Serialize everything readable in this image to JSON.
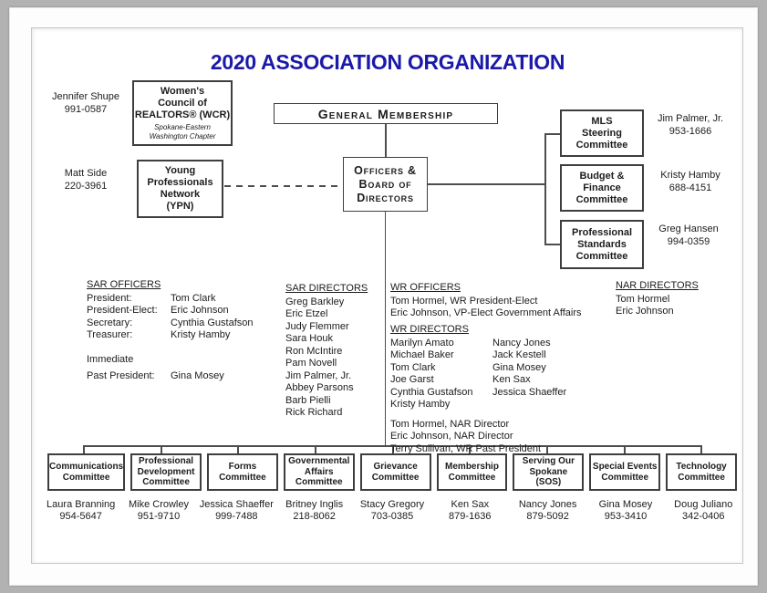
{
  "title": "2020 ASSOCIATION ORGANIZATION",
  "colors": {
    "title_blue": "#1a19a9",
    "line": "#4d4d4d",
    "box_border": "#3e3e3e"
  },
  "general_membership": "General Membership",
  "officers_board": "Officers &\nBoard of\nDirectors",
  "wcr": {
    "title": "Women's\nCouncil of\nREALTORS® (WCR)",
    "subtitle": "Spokane-Eastern\nWashington Chapter",
    "contact_name": "Jennifer Shupe",
    "contact_phone": "991-0587"
  },
  "ypn": {
    "title": "Young\nProfessionals\nNetwork\n(YPN)",
    "contact_name": "Matt Side",
    "contact_phone": "220-3961"
  },
  "right_committees": [
    {
      "title": "MLS\nSteering\nCommittee",
      "contact_name": "Jim Palmer, Jr.",
      "contact_phone": "953-1666"
    },
    {
      "title": "Budget &\nFinance\nCommittee",
      "contact_name": "Kristy Hamby",
      "contact_phone": "688-4151"
    },
    {
      "title": "Professional\nStandards\nCommittee",
      "contact_name": "Greg Hansen",
      "contact_phone": "994-0359"
    }
  ],
  "sar_officers": {
    "heading": "SAR OFFICERS",
    "rows": [
      [
        "President:",
        "Tom Clark"
      ],
      [
        "President-Elect:",
        "Eric Johnson"
      ],
      [
        "Secretary:",
        "Cynthia Gustafson"
      ],
      [
        "Treasurer:",
        "Kristy Hamby"
      ]
    ],
    "immediate_label": "Immediate",
    "past_label": "Past President:",
    "past_value": "Gina Mosey"
  },
  "sar_directors": {
    "heading": "SAR DIRECTORS",
    "names": [
      "Greg Barkley",
      "Eric Etzel",
      "Judy Flemmer",
      "Sara Houk",
      "Ron McIntire",
      "Pam Novell",
      "Jim Palmer, Jr.",
      "Abbey Parsons",
      "Barb Pielli",
      "Rick Richard"
    ]
  },
  "wr_officers": {
    "heading": "WR OFFICERS",
    "lines": [
      "Tom Hormel, WR President-Elect",
      "Eric Johnson, VP-Elect Government Affairs"
    ]
  },
  "wr_directors": {
    "heading": "WR DIRECTORS",
    "col1": [
      "Marilyn Amato",
      "Michael Baker",
      "Tom Clark",
      "Joe Garst",
      "Cynthia Gustafson",
      "Kristy Hamby"
    ],
    "col2": [
      "Nancy Jones",
      "Jack Kestell",
      "Gina Mosey",
      "Ken Sax",
      "Jessica Shaeffer"
    ],
    "footer": [
      "Tom Hormel, NAR Director",
      "Eric Johnson, NAR Director",
      "Terry Sullivan, WR Past President"
    ]
  },
  "nar_directors": {
    "heading": "NAR DIRECTORS",
    "names": [
      "Tom Hormel",
      "Eric Johnson"
    ]
  },
  "committees": [
    {
      "title": "Communications\nCommittee",
      "chair": "Laura Branning",
      "phone": "954-5647"
    },
    {
      "title": "Professional\nDevelopment\nCommittee",
      "chair": "Mike Crowley",
      "phone": "951-9710"
    },
    {
      "title": "Forms\nCommittee",
      "chair": "Jessica Shaeffer",
      "phone": "999-7488"
    },
    {
      "title": "Governmental\nAffairs\nCommittee",
      "chair": "Britney Inglis",
      "phone": "218-8062"
    },
    {
      "title": "Grievance\nCommittee",
      "chair": "Stacy Gregory",
      "phone": "703-0385"
    },
    {
      "title": "Membership\nCommittee",
      "chair": "Ken Sax",
      "phone": "879-1636"
    },
    {
      "title": "Serving Our\nSpokane\n(SOS)",
      "chair": "Nancy Jones",
      "phone": "879-5092"
    },
    {
      "title": "Special Events\nCommittee",
      "chair": "Gina Mosey",
      "phone": "953-3410"
    },
    {
      "title": "Technology\nCommittee",
      "chair": "Doug Juliano",
      "phone": "342-0406"
    }
  ]
}
